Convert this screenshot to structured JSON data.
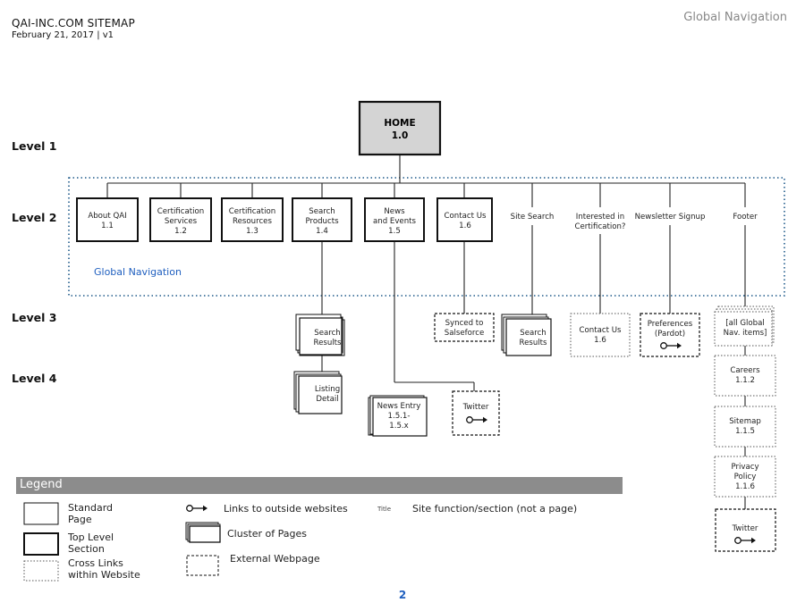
{
  "header": {
    "title": "QAI-INC.COM SITEMAP",
    "date": "February 21, 2017 | v1",
    "section": "Global Navigation"
  },
  "levels": [
    "Level 1",
    "Level 2",
    "Level 3",
    "Level 4"
  ],
  "nodes": {
    "home": [
      "HOME",
      "1.0"
    ],
    "about": [
      "About QAI",
      "1.1"
    ],
    "cert_services": [
      "Certification",
      "Services",
      "1.2"
    ],
    "cert_resources": [
      "Certification",
      "Resources",
      "1.3"
    ],
    "search_products": [
      "Search",
      "Products",
      "1.4"
    ],
    "news_events": [
      "News",
      "and Events",
      "1.5"
    ],
    "contact_us": [
      "Contact Us",
      "1.6"
    ],
    "site_search": [
      "Site Search"
    ],
    "interested": [
      "Interested in",
      "Certification?"
    ],
    "newsletter": [
      "Newsletter Signup"
    ],
    "footer": [
      "Footer"
    ],
    "global_nav_label": "Global Navigation",
    "search_results_a": [
      "Search",
      "Results"
    ],
    "synced": [
      "Synced to",
      "Salseforce"
    ],
    "search_results_b": [
      "Search",
      "Results"
    ],
    "contact_us_l3": [
      "Contact Us",
      "1.6"
    ],
    "preferences": [
      "Preferences",
      "(Pardot)"
    ],
    "all_global": [
      "[all Global",
      "Nav. items]"
    ],
    "listing_detail": [
      "Listing",
      "Detail"
    ],
    "news_entry": [
      "News Entry",
      "1.5.1-",
      "1.5.x"
    ],
    "twitter_l4": [
      "Twitter"
    ],
    "careers": [
      "Careers",
      "1.1.2"
    ],
    "sitemap": [
      "Sitemap",
      "1.1.5"
    ],
    "privacy": [
      "Privacy",
      "Policy",
      "1.1.6"
    ],
    "twitter_footer": [
      "Twitter"
    ]
  },
  "legend": {
    "title": "Legend",
    "standard": "Standard Page",
    "top_level": "Top Level Section",
    "cross_links": "Cross Links within Website",
    "outside": "Links to outside websites",
    "cluster": "Cluster of Pages",
    "external": "External Webpage",
    "title_sample": "Title",
    "title_desc": "Site function/section (not a page)"
  },
  "page_number": "2",
  "colors": {
    "home_fill": "#d4d4d4",
    "dotted": "#1f5a8a",
    "accent": "#1f5fbf",
    "legend_bar": "#8c8c8c"
  }
}
